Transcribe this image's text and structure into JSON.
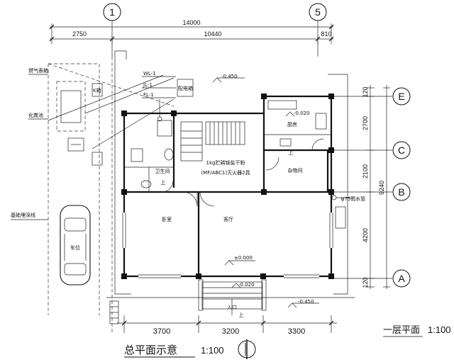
{
  "plan": {
    "grid": {
      "columns": [
        "1",
        "5"
      ],
      "rows": [
        "E",
        "C",
        "B",
        "A"
      ]
    },
    "dims": {
      "top_total": "14000",
      "top_left": "2750",
      "top_mid": "10440",
      "top_right": "810",
      "bottom": [
        "3700",
        "3200",
        "3300"
      ],
      "right_total": "9240",
      "right_segments": [
        "120",
        "2700",
        "2100",
        "4200",
        "120"
      ]
    },
    "levels": {
      "upper_left": "-0.450",
      "kitchen": "-0.020",
      "living": "±0.000",
      "entry": "-0.020",
      "outside": "-0.450"
    },
    "labels": {
      "kitchen": "厨房",
      "storage": "杂物间",
      "bedroom": "卧室",
      "living": "客厅",
      "toilet": "卫生间",
      "extinguisher_1": "1kg贮磷铵盐干粉",
      "extinguisher_2": "(MF/ABC1)灭火器2具",
      "drain": "φ75雨水管",
      "entrance": "入口",
      "up": "上",
      "car": "车位",
      "left_1": "燃气表箱",
      "left_2": "化粪池",
      "left_3": "基础埋深线",
      "pipe_1": "WL-1",
      "pipe_2": "JL-1",
      "pipe_3": "FL-1",
      "box_1": "配电箱",
      "box_2": "K箱"
    },
    "captions": {
      "main": "总平面示意",
      "main_scale": "1:100",
      "floor": "一层平面",
      "floor_scale": "1:100"
    }
  }
}
